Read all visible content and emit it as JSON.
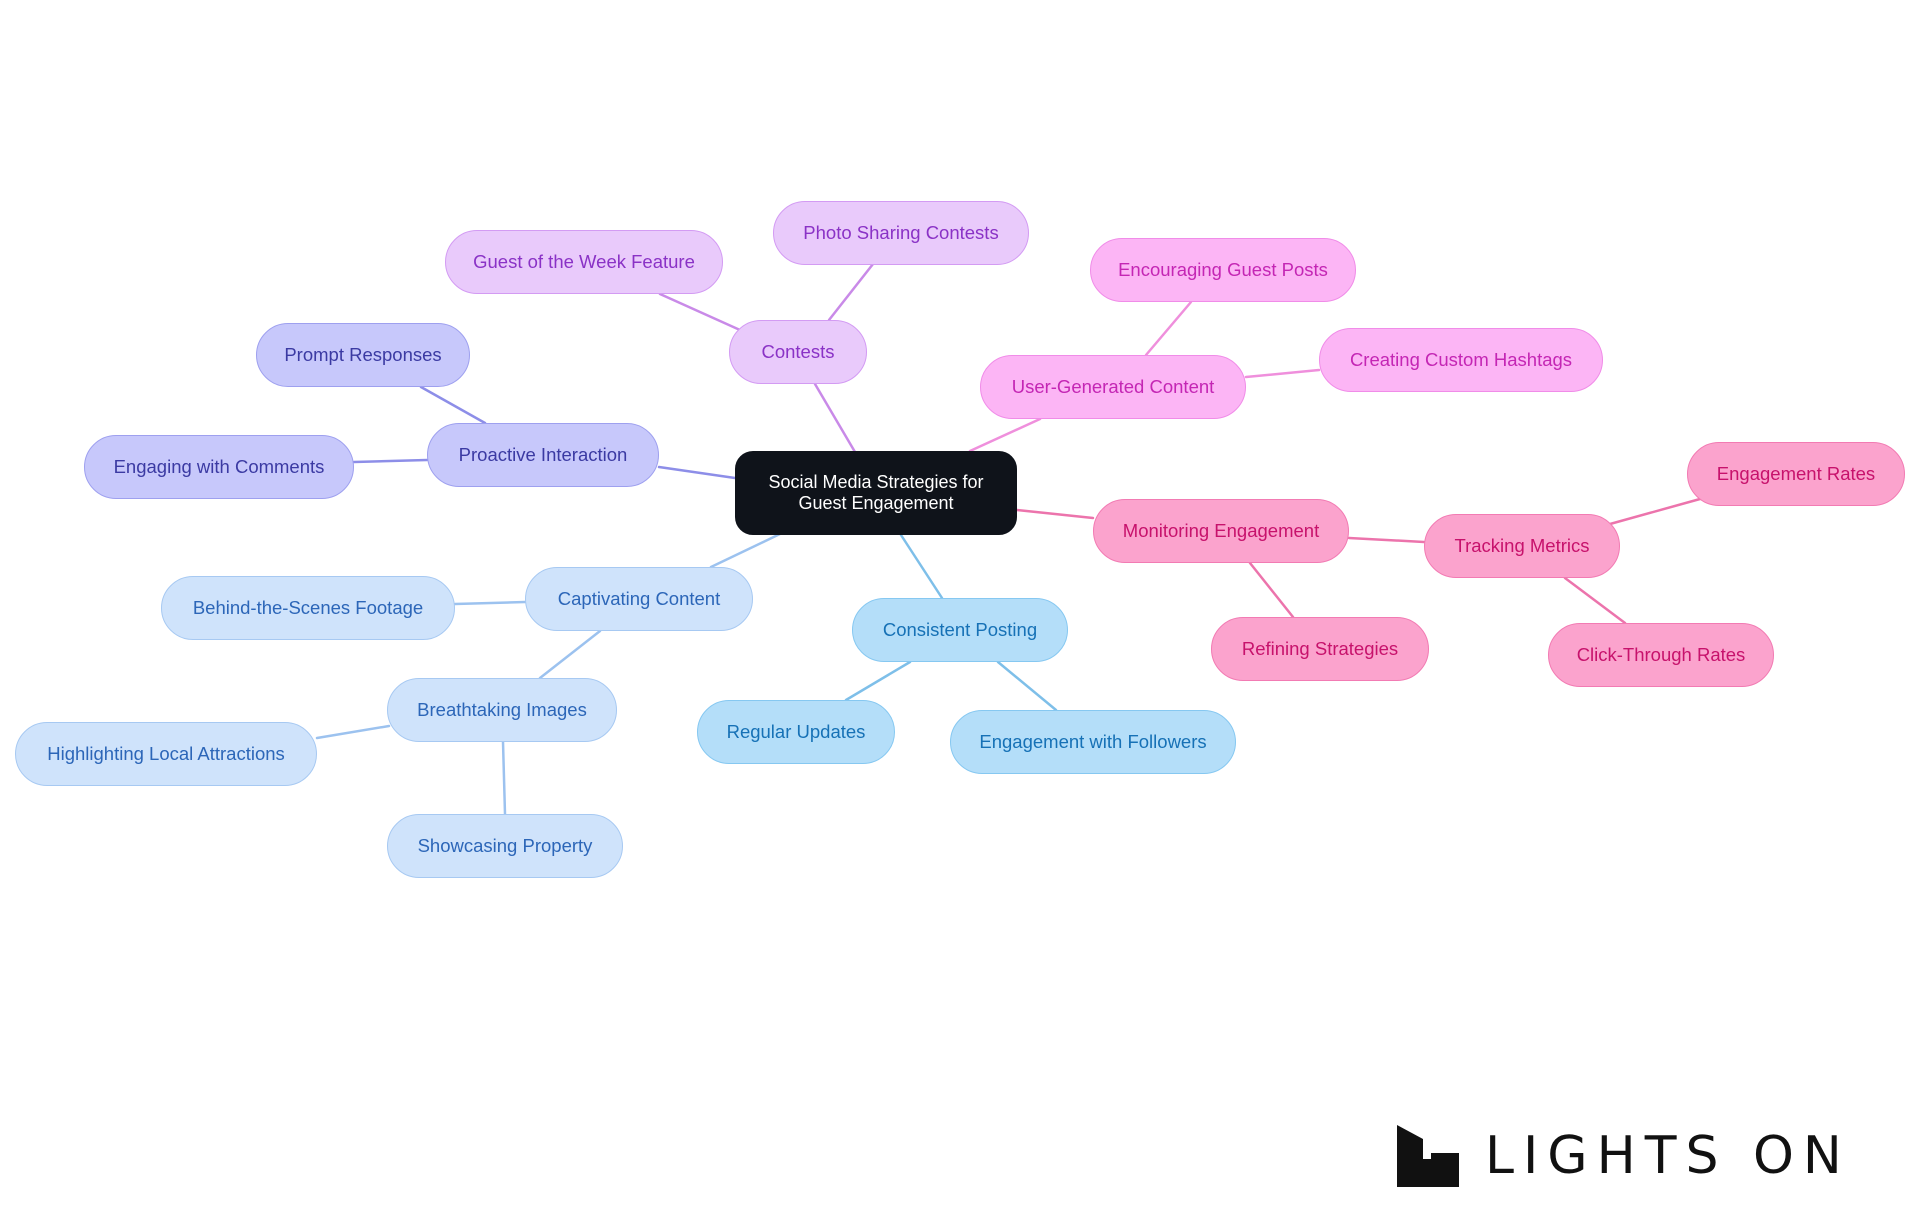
{
  "branch_colors": {
    "root": {
      "fill": "#0f131a",
      "border": "#0f131a",
      "text": "#ffffff"
    },
    "contests": {
      "fill": "#e9cafb",
      "border": "#d39bf3",
      "text": "#8a32c6",
      "line": "#c98ae8"
    },
    "ugc": {
      "fill": "#fcb5f5",
      "border": "#f08ce8",
      "text": "#c426b4",
      "line": "#ef8fdc"
    },
    "proactive": {
      "fill": "#c7c8fb",
      "border": "#9ea0ef",
      "text": "#3b3aa3",
      "line": "#8d8ee8"
    },
    "monitoring": {
      "fill": "#fba3cd",
      "border": "#f27bb3",
      "text": "#c7126c",
      "line": "#ec74ac"
    },
    "captivating": {
      "fill": "#cfe3fb",
      "border": "#a7c9f2",
      "text": "#2c66b8",
      "line": "#9cc2ef"
    },
    "consistent": {
      "fill": "#b4def9",
      "border": "#86c8f1",
      "text": "#1671b6",
      "line": "#7ebfe9"
    }
  },
  "nodes": [
    {
      "id": "root",
      "label": "Social Media Strategies for Guest Engagement",
      "lines": [
        "Social Media Strategies for",
        "Guest Engagement"
      ],
      "branch": "root"
    },
    {
      "id": "contests",
      "label": "Contests",
      "branch": "contests",
      "parent": "root"
    },
    {
      "id": "guest-week",
      "label": "Guest of the Week Feature",
      "branch": "contests",
      "parent": "contests"
    },
    {
      "id": "photo-contests",
      "label": "Photo Sharing Contests",
      "branch": "contests",
      "parent": "contests"
    },
    {
      "id": "ugc",
      "label": "User-Generated Content",
      "branch": "ugc",
      "parent": "root"
    },
    {
      "id": "encouraging",
      "label": "Encouraging Guest Posts",
      "branch": "ugc",
      "parent": "ugc"
    },
    {
      "id": "hashtags",
      "label": "Creating Custom Hashtags",
      "branch": "ugc",
      "parent": "ugc"
    },
    {
      "id": "proactive",
      "label": "Proactive Interaction",
      "branch": "proactive",
      "parent": "root"
    },
    {
      "id": "prompt",
      "label": "Prompt Responses",
      "branch": "proactive",
      "parent": "proactive"
    },
    {
      "id": "comments",
      "label": "Engaging with Comments",
      "branch": "proactive",
      "parent": "proactive"
    },
    {
      "id": "monitoring",
      "label": "Monitoring Engagement",
      "branch": "monitoring",
      "parent": "root"
    },
    {
      "id": "tracking",
      "label": "Tracking Metrics",
      "branch": "monitoring",
      "parent": "monitoring"
    },
    {
      "id": "eng-rates",
      "label": "Engagement Rates",
      "branch": "monitoring",
      "parent": "tracking"
    },
    {
      "id": "ctr",
      "label": "Click-Through Rates",
      "branch": "monitoring",
      "parent": "tracking"
    },
    {
      "id": "refining",
      "label": "Refining Strategies",
      "branch": "monitoring",
      "parent": "monitoring"
    },
    {
      "id": "captivating",
      "label": "Captivating Content",
      "branch": "captivating",
      "parent": "root"
    },
    {
      "id": "behind",
      "label": "Behind-the-Scenes Footage",
      "branch": "captivating",
      "parent": "captivating"
    },
    {
      "id": "images",
      "label": "Breathtaking Images",
      "branch": "captivating",
      "parent": "captivating"
    },
    {
      "id": "local",
      "label": "Highlighting Local Attractions",
      "branch": "captivating",
      "parent": "images"
    },
    {
      "id": "showcasing",
      "label": "Showcasing Property",
      "branch": "captivating",
      "parent": "images"
    },
    {
      "id": "consistent",
      "label": "Consistent Posting",
      "branch": "consistent",
      "parent": "root"
    },
    {
      "id": "regular",
      "label": "Regular Updates",
      "branch": "consistent",
      "parent": "consistent"
    },
    {
      "id": "followers",
      "label": "Engagement with Followers",
      "branch": "consistent",
      "parent": "consistent"
    }
  ],
  "logo": {
    "text": "LIGHTS ON",
    "mark": "lights-on-logo-mark",
    "color": "#111111"
  }
}
